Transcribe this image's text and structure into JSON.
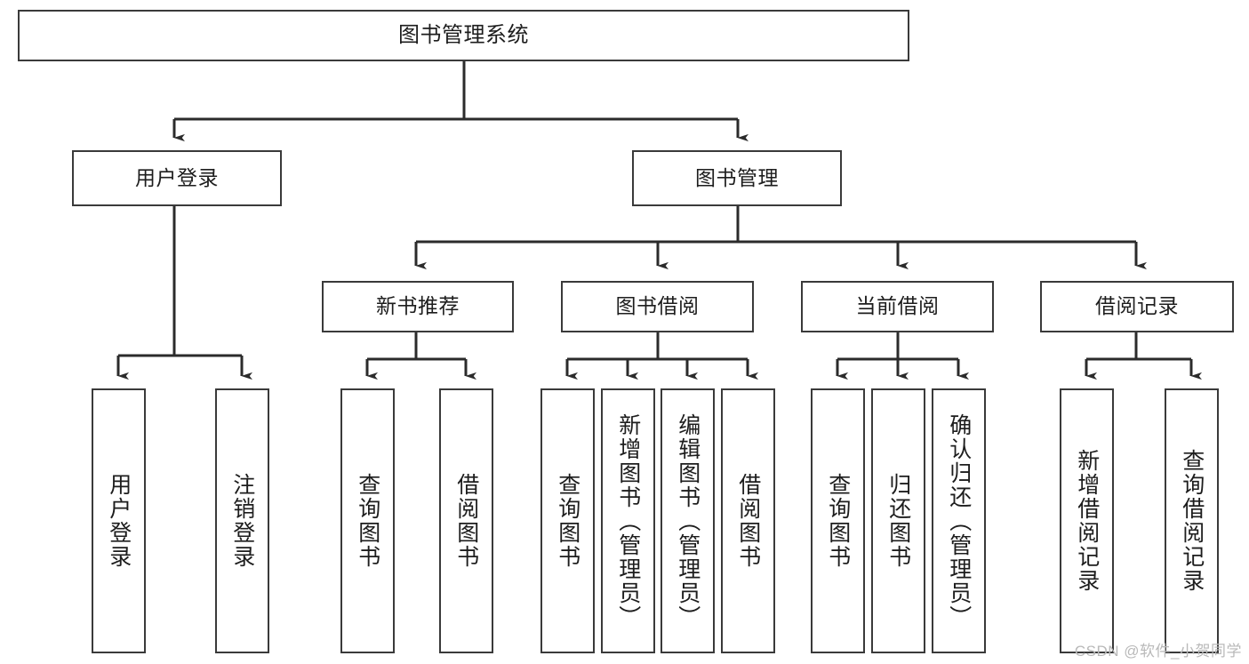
{
  "diagram": {
    "title": "图书管理系统",
    "root": {
      "label": "图书管理系统"
    },
    "level2": [
      {
        "label": "用户登录"
      },
      {
        "label": "图书管理"
      }
    ],
    "level3": [
      {
        "label": "新书推荐"
      },
      {
        "label": "图书借阅"
      },
      {
        "label": "当前借阅"
      },
      {
        "label": "借阅记录"
      }
    ],
    "leaves": [
      {
        "label": "用户登录"
      },
      {
        "label": "注销登录"
      },
      {
        "label": "查询图书"
      },
      {
        "label": "借阅图书"
      },
      {
        "label": "查询图书"
      },
      {
        "label": "新增图书（管理员）"
      },
      {
        "label": "编辑图书（管理员）"
      },
      {
        "label": "借阅图书"
      },
      {
        "label": "查询图书"
      },
      {
        "label": "归还图书"
      },
      {
        "label": "确认归还（管理员）"
      },
      {
        "label": "新增借阅记录"
      },
      {
        "label": "查询借阅记录"
      }
    ],
    "watermark": "CSDN @软件_小贺同学",
    "colors": {
      "stroke": "#3a3a3a",
      "background": "#ffffff",
      "text": "#1d1d1d",
      "watermark": "#b9b9b9"
    }
  }
}
